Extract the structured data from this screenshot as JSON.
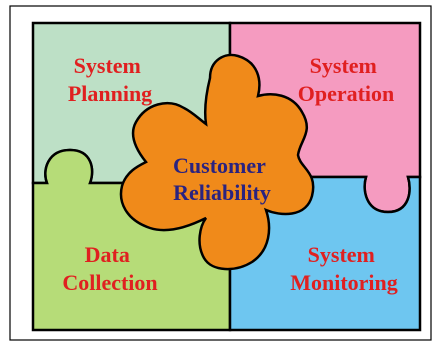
{
  "puzzle": {
    "pieces": [
      {
        "id": "system-planning",
        "lines": [
          "System",
          "Planning"
        ],
        "fill": "#bde0c6",
        "text_color": "#e02020"
      },
      {
        "id": "system-operation",
        "lines": [
          "System",
          "Operation"
        ],
        "fill": "#f59bc0",
        "text_color": "#e02020"
      },
      {
        "id": "data-collection",
        "lines": [
          "Data",
          "Collection"
        ],
        "fill": "#b6dc78",
        "text_color": "#e02020"
      },
      {
        "id": "system-monitoring",
        "lines": [
          "System",
          "Monitoring"
        ],
        "fill": "#6ec6f0",
        "text_color": "#e02020"
      },
      {
        "id": "customer-reliability",
        "lines": [
          "Customer",
          "Reliability"
        ],
        "fill": "#f08a1a",
        "text_color": "#2a2380"
      }
    ],
    "outline_color": "#000000"
  }
}
